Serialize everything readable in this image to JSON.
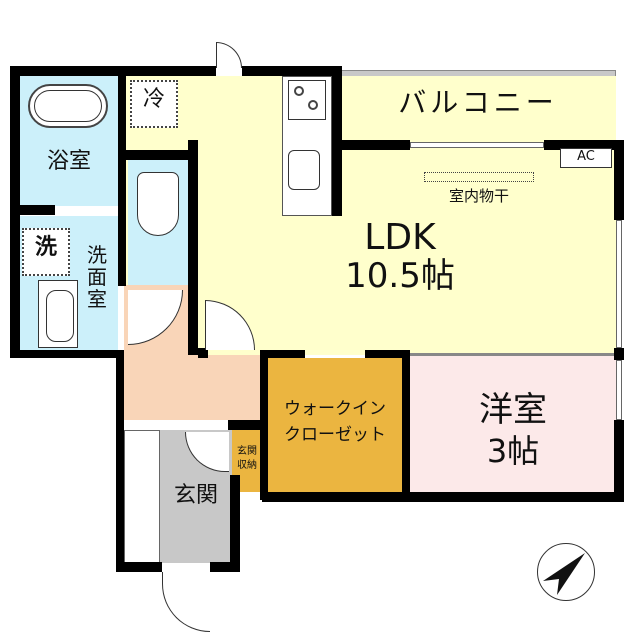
{
  "floorplan": {
    "rooms": [
      {
        "id": "ldk",
        "name": "LDK",
        "size": "10.5帖",
        "color": "#FFFFCC"
      },
      {
        "id": "western",
        "name": "洋室",
        "size": "3帖",
        "color": "#FCE9E9"
      },
      {
        "id": "bath",
        "name": "浴室",
        "color": "#CCF0FA"
      },
      {
        "id": "washroom",
        "name": "洗面室",
        "color": "#CCF0FA"
      },
      {
        "id": "toilet",
        "name": "",
        "color": "#CCF0FA"
      },
      {
        "id": "wic",
        "name_line1": "ウォークイン",
        "name_line2": "クローゼット",
        "color": "#EBB540"
      },
      {
        "id": "entrance",
        "name": "玄関",
        "color": "#C8C8C8"
      },
      {
        "id": "entrance_storage",
        "name_line1": "玄関",
        "name_line2": "収納",
        "color": "#EBB540"
      },
      {
        "id": "hallway",
        "name": "",
        "color": "#F9D5B8"
      },
      {
        "id": "balcony",
        "name": "バルコニー",
        "color": "#C8C8C8"
      }
    ],
    "fixtures": {
      "fridge": "冷",
      "washer": "洗",
      "ac": "AC",
      "indoor_drying": "室内物干"
    },
    "compass": {
      "direction": "north-east"
    }
  }
}
